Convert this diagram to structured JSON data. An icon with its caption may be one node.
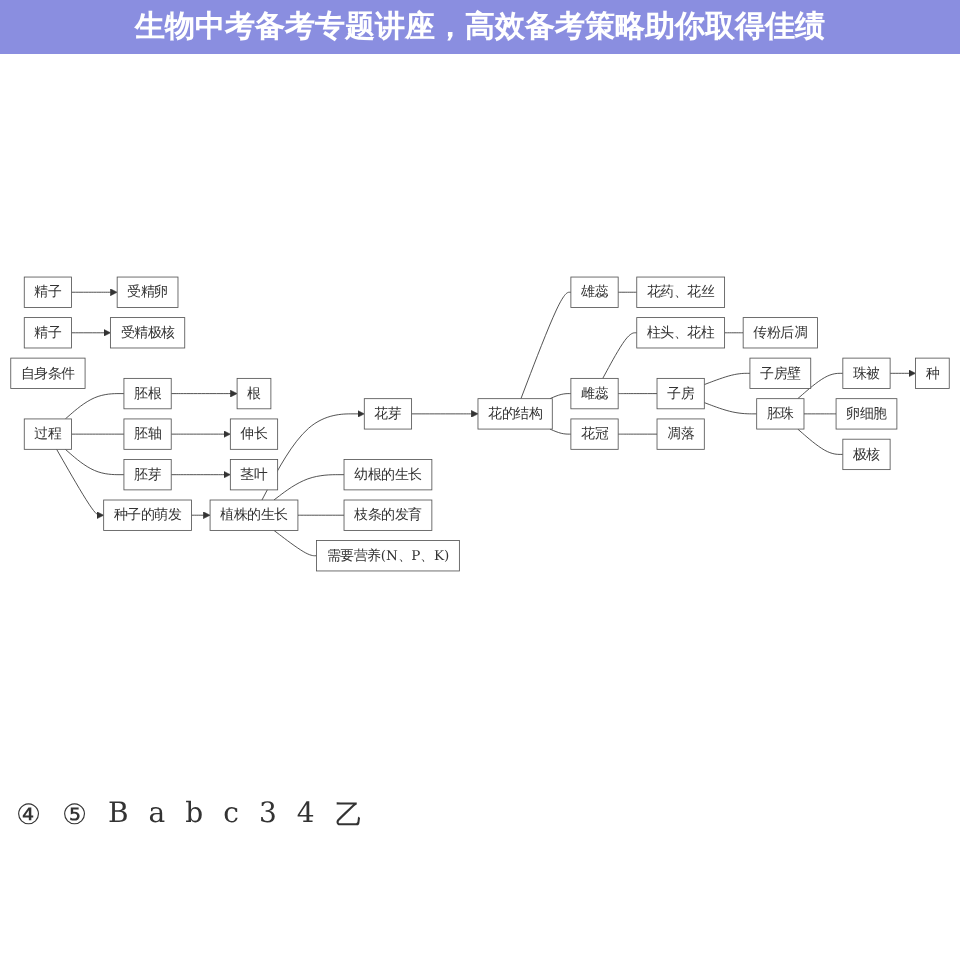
{
  "diagram": {
    "title": "生物中考备考专题讲座，高效备考策略助你取得佳绩",
    "nodes": [
      {
        "text": [
          "花的结构"
        ]
      },
      {
        "text": [
          "雄蕊"
        ]
      },
      {
        "text": [
          "花药、花丝"
        ]
      },
      {
        "text": [
          "雌蕊"
        ]
      },
      {
        "text": [
          "柱头、花柱"
        ]
      },
      {
        "text": [
          "传粉后凋"
        ]
      },
      {
        "text": [
          "子房"
        ]
      },
      {
        "text": [
          "子房壁"
        ]
      },
      {
        "text": [
          "胚珠"
        ]
      },
      {
        "text": [
          "珠被"
        ]
      },
      {
        "text": [
          "种"
        ]
      },
      {
        "text": [
          "卵细胞"
        ]
      },
      {
        "text": [
          "精子"
        ]
      },
      {
        "text": [
          "受精卵"
        ]
      },
      {
        "text": [
          "花冠"
        ]
      },
      {
        "text": [
          "凋落"
        ]
      },
      {
        "text": [
          "极核"
        ]
      },
      {
        "text": [
          "精子"
        ]
      },
      {
        "text": [
          "受精极核"
        ]
      },
      {
        "text": [
          "根"
        ]
      },
      {
        "text": [
          "伸长"
        ]
      },
      {
        "text": [
          "茎叶"
        ]
      },
      {
        "text": [
          "自身条件"
        ]
      },
      {
        "text": [
          "花芽"
        ]
      },
      {
        "text": [
          "幼根的生长"
        ]
      },
      {
        "text": [
          "枝条的发育"
        ]
      },
      {
        "text": [
          "需要营养(N、P、K)"
        ]
      },
      {
        "text": [
          "胚根"
        ]
      },
      {
        "text": [
          "胚轴"
        ]
      },
      {
        "text": [
          "胚芽"
        ]
      },
      {
        "text": [
          "过程"
        ]
      },
      {
        "text": [
          "植株的生长"
        ]
      },
      {
        "text": [
          "种子的萌发"
        ]
      }
    ],
    "edges": [
      {
        "from": 0,
        "to": 1,
        "arrow": "none"
      },
      {
        "from": 1,
        "to": 2,
        "arrow": "none"
      },
      {
        "from": 0,
        "to": 3,
        "arrow": "none"
      },
      {
        "from": 3,
        "to": 4,
        "arrow": "none"
      },
      {
        "from": 4,
        "to": 5,
        "arrow": "none"
      },
      {
        "from": 3,
        "to": 6,
        "arrow": "none"
      },
      {
        "from": 6,
        "to": 7,
        "arrow": "none"
      },
      {
        "from": 6,
        "to": 8,
        "arrow": "none"
      },
      {
        "from": 8,
        "to": 9,
        "arrow": "none"
      },
      {
        "from": 9,
        "to": 10,
        "arrow": "to"
      },
      {
        "from": 8,
        "to": 11,
        "arrow": "none"
      },
      {
        "from": 12,
        "to": 13,
        "arrow": "to"
      },
      {
        "from": 8,
        "to": 16,
        "arrow": "none"
      },
      {
        "from": 17,
        "to": 18,
        "arrow": "to"
      },
      {
        "from": 0,
        "to": 14,
        "arrow": "none"
      },
      {
        "from": 14,
        "to": 15,
        "arrow": "none"
      },
      {
        "from": 27,
        "to": 19,
        "arrow": "to"
      },
      {
        "from": 28,
        "to": 20,
        "arrow": "to"
      },
      {
        "from": 29,
        "to": 21,
        "arrow": "to"
      },
      {
        "from": 30,
        "to": 27,
        "arrow": "none"
      },
      {
        "from": 30,
        "to": 28,
        "arrow": "none"
      },
      {
        "from": 30,
        "to": 29,
        "arrow": "none"
      },
      {
        "from": 30,
        "to": 32,
        "arrow": "to"
      },
      {
        "from": 32,
        "to": 31,
        "arrow": "to"
      },
      {
        "from": 31,
        "to": 24,
        "arrow": "none"
      },
      {
        "from": 31,
        "to": 25,
        "arrow": "none"
      },
      {
        "from": 31,
        "to": 26,
        "arrow": "none"
      },
      {
        "from": 31,
        "to": 23,
        "arrow": "to"
      },
      {
        "from": 23,
        "to": 0,
        "arrow": "to"
      }
    ],
    "labels": [
      "④",
      "⑤",
      "B",
      "a",
      "b",
      "c",
      "3",
      "4",
      "乙"
    ]
  }
}
